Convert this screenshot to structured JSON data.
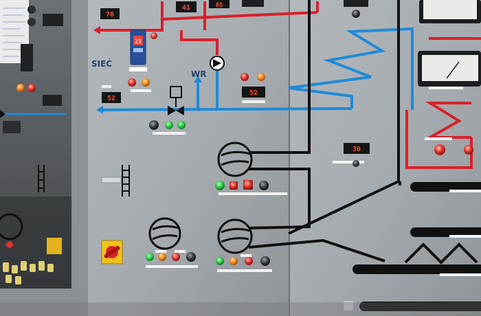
{
  "panel": {
    "network_label": "SIEĆ",
    "return_label": "WR"
  },
  "displays": {
    "top_left": "76",
    "top_center_1": "41",
    "top_center_2": "85",
    "controller": "23",
    "left_mid": "52",
    "center_mid": "52",
    "right_mid": "30"
  },
  "colors": {
    "panel": "#a6abaf",
    "panel_dark": "#5e6366",
    "supply_line": "#d8202c",
    "return_line": "#1f8ad8",
    "signal_line": "#111111",
    "indicator_green": "#2fc94a",
    "indicator_red": "#e0322c",
    "indicator_orange": "#f08a1c"
  }
}
